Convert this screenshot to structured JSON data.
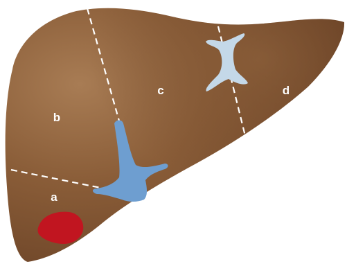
{
  "labels": {
    "a": "a",
    "b": "b",
    "c": "c",
    "d": "d"
  },
  "colors": {
    "liver_light": "#a67a52",
    "liver_dark": "#6b4325",
    "vessel_blue": "#6e9ed0",
    "vessel_light": "#c4d8e8",
    "lesion_red": "#c11520",
    "divider": "#ffffff"
  }
}
